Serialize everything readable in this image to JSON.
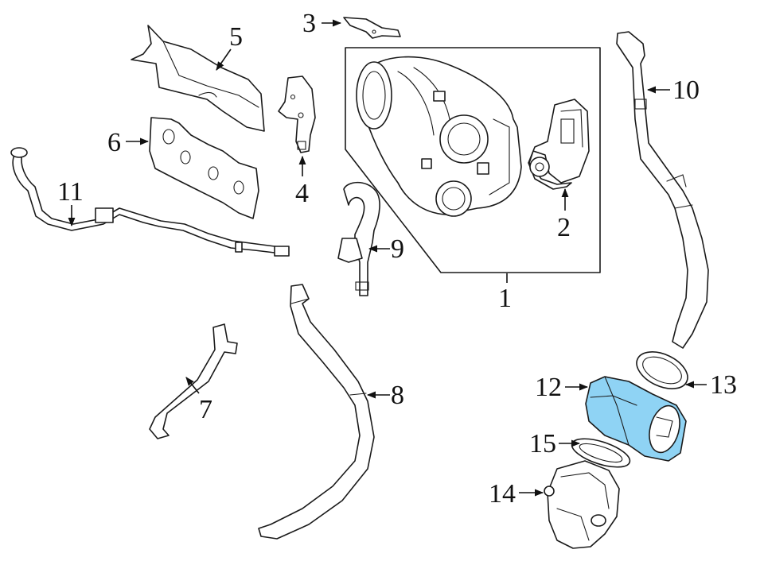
{
  "highlight_color": "#8fd3f4",
  "callouts": [
    {
      "id": "1",
      "label": "1"
    },
    {
      "id": "2",
      "label": "2"
    },
    {
      "id": "3",
      "label": "3"
    },
    {
      "id": "4",
      "label": "4"
    },
    {
      "id": "5",
      "label": "5"
    },
    {
      "id": "6",
      "label": "6"
    },
    {
      "id": "7",
      "label": "7"
    },
    {
      "id": "8",
      "label": "8"
    },
    {
      "id": "9",
      "label": "9"
    },
    {
      "id": "10",
      "label": "10"
    },
    {
      "id": "11",
      "label": "11"
    },
    {
      "id": "12",
      "label": "12"
    },
    {
      "id": "13",
      "label": "13"
    },
    {
      "id": "14",
      "label": "14"
    },
    {
      "id": "15",
      "label": "15"
    }
  ],
  "highlighted_part": "12"
}
